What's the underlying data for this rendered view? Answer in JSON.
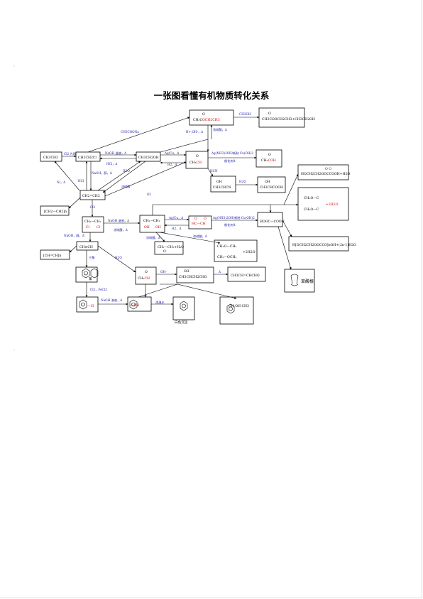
{
  "title": "一张图看懂有机物质转化关系",
  "margin_mark": "‹",
  "nodes": {
    "ethane": "CH3CH3",
    "chloroethane": "CH3CH2Cl",
    "ethanol": "CH3CH2OH",
    "acetaldehyde": "CH3CHO",
    "acetic_acid": "CH3COOH",
    "ethyl_acetate": "CH3COOCH2CH3",
    "ethyl_acetate_product": "CH3COOCH2CH3+CH3CH2OH",
    "ethylene": "CH2=CH2",
    "polyethylene": "[CH2—CH2]n",
    "dichloroethane": "CH2—CH2 Cl Cl",
    "ethylene_glycol": "CH2—CH2 OH OH",
    "glyoxal": "HC—CH",
    "oxalic_acid": "HOOC—COOH",
    "acetylene": "CH≡CH",
    "polyacetylene": "[CH=CH]n",
    "cyanohydrin": "CH3CHCN",
    "lactic_acid": "CH3CHCOOH",
    "benzene": "苯",
    "bromobenzene": "—Cl",
    "phenol": "—OH",
    "white_precipitate": "白色沉淀",
    "aldol": "CH3CHCH2CHO",
    "crotonaldehyde": "CH3CH=CHCHO",
    "epoxide": "CH2—CH2 O",
    "dioxane": "+2H2O",
    "ester_chain": "HOCH2CH2OOCCOOH+H2O",
    "cyclic_ester": "+2H2O",
    "poly_ester": "H[OCH2CH2OOCCO]nOH+(2n-1)H2O",
    "grass_acid": "草酸根",
    "bisphenol": "OH OH CH3"
  },
  "labels": {
    "ch3ch2oh": "CH3OH",
    "conc_h2so4_heat": "浓硫酸，Δ",
    "h_oh_heat": "H+,OH-，Δ",
    "ch3coona": "CH3COONa",
    "cl2_light": "Cl2 光照",
    "naoh_water": "NaOH 溶液，Δ",
    "hcl_heat": "HCl，Δ",
    "ag_cu_heat": "Ag/Cu，Δ",
    "h2_heat": "H2，Δ",
    "tollens": "Ag(NH3)2OH/新制 Cu(OH)2",
    "catalyst_ox": "催化剂Δ",
    "hcn": "HCN",
    "h2o": "H2O",
    "ni_heat": "Ni，Δ",
    "hcl": "HCl",
    "naoh_alcohol": "NaOH，醇，Δ",
    "conc_h2so4": "浓硫酸",
    "o2": "O2",
    "cl2": "Cl2",
    "trimer": "三聚",
    "cl2_fecl3": "Cl2，FeCl3",
    "naoh_aq": "NaOH 溶液，Δ",
    "bromine_water": "浓溴水",
    "oh_minus": "OH-",
    "heat": "Δ",
    "h2o_hg": "H2O"
  }
}
